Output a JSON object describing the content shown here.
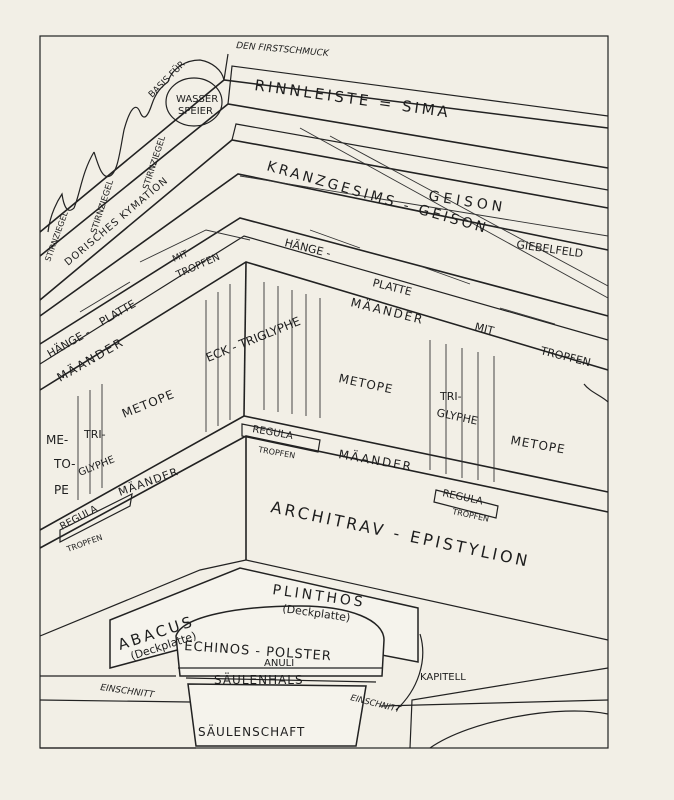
{
  "labels": {
    "firstschmuck": "DEN FIRSTSCHMUCK",
    "basis_fur": "BASIS FÜR",
    "wasser": "WASSER",
    "speier": "SPEIER",
    "rinnleiste": "RINNLEISTE = SIMA",
    "stirnziegel_1": "STIRNZIEGEL",
    "stirnziegel_2": "STIRNZIEGEL",
    "stirnziegel_3": "STIRNZIEGEL",
    "dorisches_kymation": "DORISCHES KYMATION",
    "kranzgesims": "KRANZGESIMS - GEISON",
    "geison": "GEISON",
    "giebelfeld": "GIEBELFELD",
    "mit_left": "MIT",
    "tropfen_left": "TROPFEN",
    "hange_right": "HÄNGE -",
    "platte_right": "PLATTE",
    "maander_right": "MÄANDER",
    "mit_right": "MIT",
    "tropfen_right": "TROPFEN",
    "hange_left": "HÄNGE -",
    "platte_left": "PLATTE",
    "maander_left": "MÄANDER",
    "eck_triglyphe": "ECK - TRIGLYPHE",
    "metope_center": "METOPE",
    "metope_left": "METOPE",
    "me": "ME-",
    "to": "TO-",
    "pe": "PE",
    "tri_left": "TRI-",
    "glyphe_left": "GLYPHE",
    "tri_right": "TRI-",
    "glyphe_right": "GLYPHE",
    "metope_right": "METOPE",
    "regula_center": "REGULA",
    "tropfen_center": "TROPFEN",
    "maander_center": "MÄANDER",
    "regula_left": "REGULA",
    "maander_lower_left": "MÄANDER",
    "tropfen_lower_left": "TROPFEN",
    "regula_right": "REGULA",
    "tropfen_lower_right": "TROPFEN",
    "architrav": "ARCHITRAV - EPISTYLION",
    "abacus": "ABACUS",
    "deckplatte_1": "(Deckplatte)",
    "plinthos": "PLINTHOS",
    "deckplatte_2": "(Deckplatte)",
    "echinos": "ECHINOS - POLSTER",
    "anuli": "ANULI",
    "saulenhals": "SÄULENHALS",
    "einschnitt_left": "EINSCHNITT",
    "einschnitt_right": "EINSCHNITT",
    "kapitell": "KAPITELL",
    "saulenschaft": "SÄULENSCHAFT"
  }
}
